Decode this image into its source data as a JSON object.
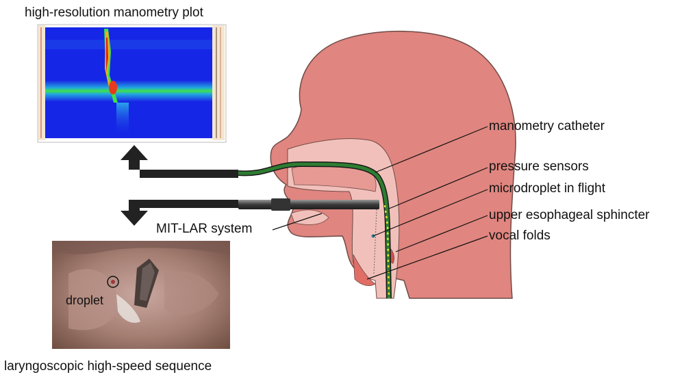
{
  "titles": {
    "manometry_plot": "high-resolution manometry plot",
    "laryngoscopic": "laryngoscopic high-speed sequence"
  },
  "labels": {
    "manometry_catheter": "manometry catheter",
    "pressure_sensors": "pressure sensors",
    "microdroplet": "microdroplet in flight",
    "ues": "upper esophageal sphincter",
    "vocal_folds": "vocal folds",
    "mit_lar": "MIT-LAR system",
    "droplet": "droplet"
  },
  "colors": {
    "head_skin": "#e0857f",
    "head_outline": "#6e4a47",
    "mouth_pink": "#f2c0ba",
    "catheter_green": "#2e7d32",
    "sensor_yellow": "#e6e635",
    "arrow_dark": "#222222",
    "manometry_blue": "#1a26e6",
    "manometry_band": "#35e04a"
  }
}
